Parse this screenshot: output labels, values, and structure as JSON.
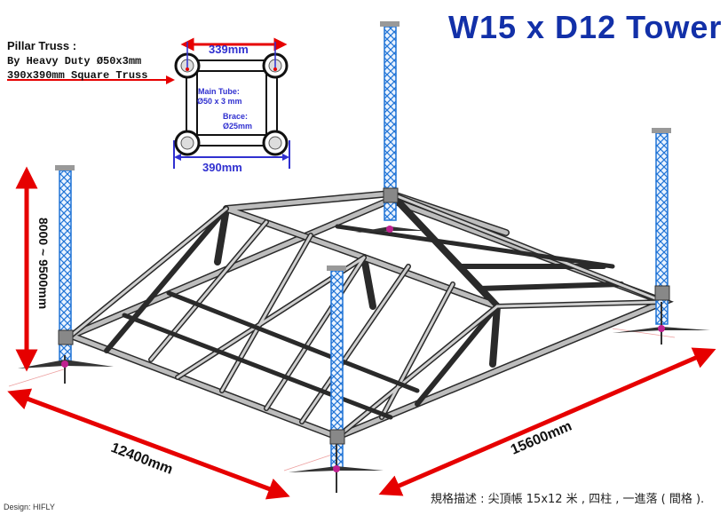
{
  "title": "W15 x D12 Tower",
  "pillar_truss": {
    "heading": "Pillar Truss :",
    "line1": "By Heavy Duty Ø50x3mm",
    "line2": "390x390mm Square Truss"
  },
  "inset": {
    "top_dim": "339mm",
    "bottom_dim": "390mm",
    "main_tube_label": "Main Tube:",
    "main_tube_value": "Ø50 x 3 mm",
    "brace_label": "Brace:",
    "brace_value": "Ø25mm"
  },
  "dimensions": {
    "height": "8000 ~ 9500mm",
    "width": "12400mm",
    "depth": "15600mm"
  },
  "description": "規格描述 : 尖頂帳 15x12 米 , 四柱 , 一進落 ( 間格 ).",
  "credit": "Design: HIFLY",
  "colors": {
    "title": "#1230a8",
    "tower": "#2a7de1",
    "truss": "#1e1e1e",
    "dimension_arrow": "#e60000",
    "inset_arrow": "#3030d0"
  }
}
